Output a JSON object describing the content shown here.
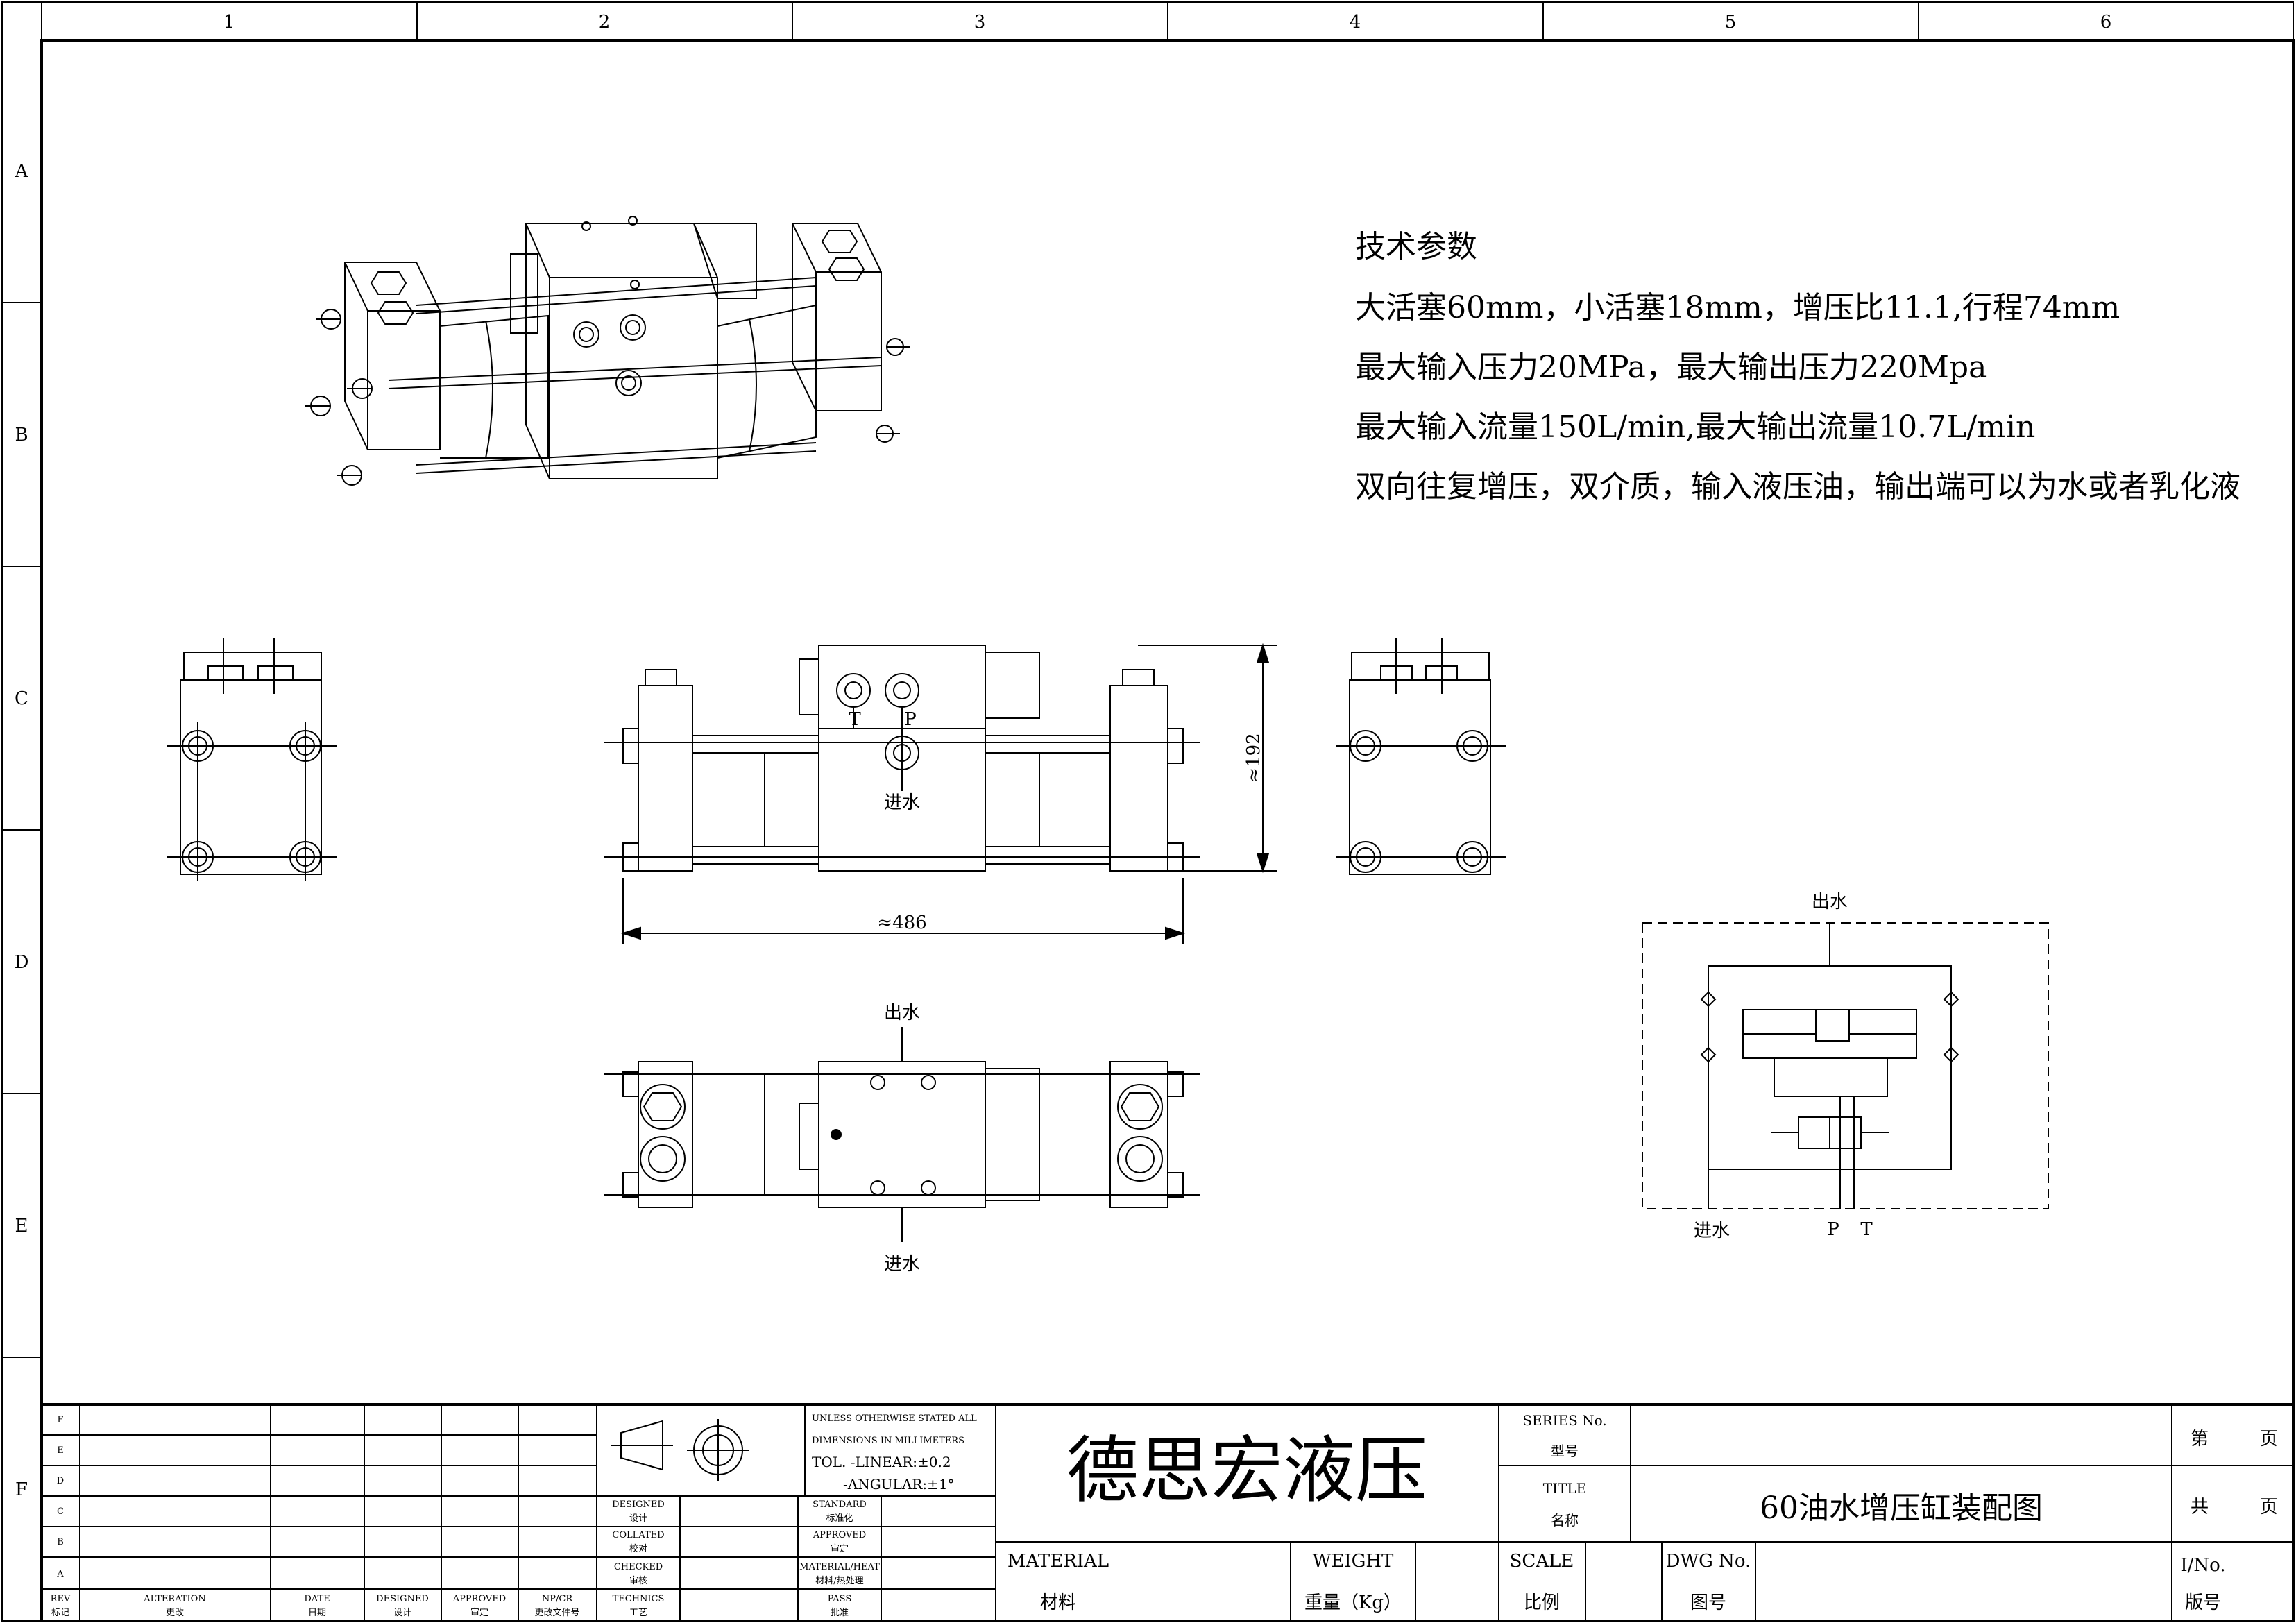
{
  "frame": {
    "column_labels": [
      "1",
      "2",
      "3",
      "4",
      "5",
      "6"
    ],
    "row_labels": [
      "A",
      "B",
      "C",
      "D",
      "E",
      "F"
    ]
  },
  "technical_parameters": {
    "heading": "技术参数",
    "lines": [
      "大活塞60mm，小活塞18mm，增压比11.1,行程74mm",
      "最大输入压力20MPa，最大输出压力220Mpa",
      "最大输入流量150L/min,最大输出流量10.7L/min",
      "双向往复增压，双介质，输入液压油，输出端可以为水或者乳化液"
    ]
  },
  "drawing_labels": {
    "port_t": "T",
    "port_p": "P",
    "water_in": "进水",
    "water_out": "出水",
    "height_dim": "≈192",
    "length_dim": "≈486"
  },
  "schematic_labels": {
    "outlet": "出水",
    "inlet": "进水",
    "p": "P",
    "t": "T"
  },
  "title_block": {
    "revision_rows": [
      "F",
      "E",
      "D",
      "C",
      "B",
      "A"
    ],
    "revision_headers": [
      {
        "en": "REV",
        "cn": "标记"
      },
      {
        "en": "ALTERATION",
        "cn": "更改"
      },
      {
        "en": "DATE",
        "cn": "日期"
      },
      {
        "en": "DESIGNED",
        "cn": "设计"
      },
      {
        "en": "APPROVED",
        "cn": "审定"
      },
      {
        "en": "NP/CR",
        "cn": "更改文件号"
      }
    ],
    "tolerance": {
      "line1": "UNLESS OTHERWISE STATED ALL",
      "line2": "DIMENSIONS IN MILLIMETERS",
      "line3": "TOL. -LINEAR:±0.2",
      "line4": "-ANGULAR:±1°"
    },
    "sign_fields": [
      {
        "en": "DESIGNED",
        "cn": "设计"
      },
      {
        "en": "COLLATED",
        "cn": "校对"
      },
      {
        "en": "CHECKED",
        "cn": "审核"
      },
      {
        "en": "TECHNICS",
        "cn": "工艺"
      }
    ],
    "approval_fields": [
      {
        "en": "STANDARD",
        "cn": "标准化"
      },
      {
        "en": "APPROVED",
        "cn": "审定"
      },
      {
        "en": "MATERIAL/HEAT",
        "cn": "材料/热处理"
      },
      {
        "en": "PASS",
        "cn": "批准"
      }
    ],
    "company": "德思宏液压",
    "material": {
      "en": "MATERIAL",
      "cn": "材料"
    },
    "weight": {
      "en": "WEIGHT",
      "cn": "重量（Kg）"
    },
    "series": {
      "en": "SERIES No.",
      "cn": "型号"
    },
    "title_label": {
      "en": "TITLE",
      "cn": "名称"
    },
    "title_value": "60油水增压缸装配图",
    "scale": {
      "en": "SCALE",
      "cn": "比例"
    },
    "dwg": {
      "en": "DWG No.",
      "cn": "图号"
    },
    "sheet_label": {
      "a": "第",
      "b": "页"
    },
    "total_label": {
      "a": "共",
      "b": "页"
    },
    "issue": {
      "en": "I/No.",
      "cn": "版号"
    }
  }
}
